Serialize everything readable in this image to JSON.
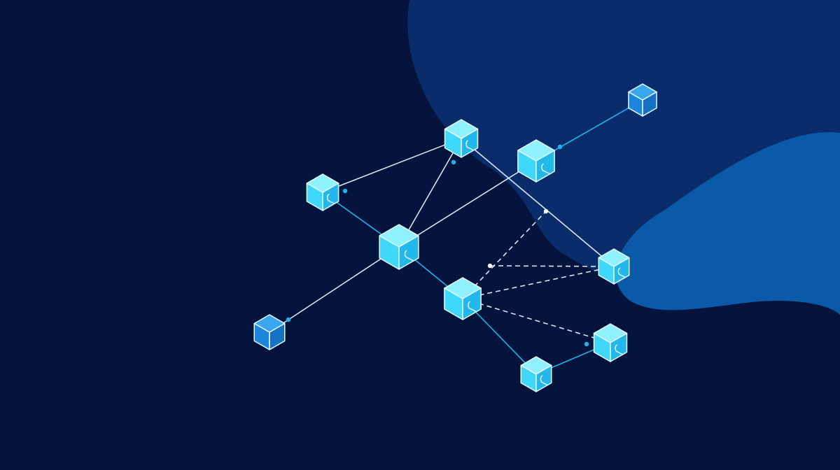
{
  "colors": {
    "background": "#04143d",
    "blob_dark": "#0a2c6b",
    "blob_light": "#0b5aa8",
    "cube_light_top": "#8ff0ff",
    "cube_light_left": "#3fd8fa",
    "cube_light_right": "#22b8ec",
    "cube_dark_top": "#3aa6ef",
    "cube_dark_left": "#1c86dc",
    "cube_dark_right": "#1670c4",
    "edge_white": "#d8e4f2",
    "edge_cyan": "#1fb3e8"
  },
  "illustration": {
    "type": "network of cube nodes",
    "node_count": 10,
    "style": "isometric"
  }
}
